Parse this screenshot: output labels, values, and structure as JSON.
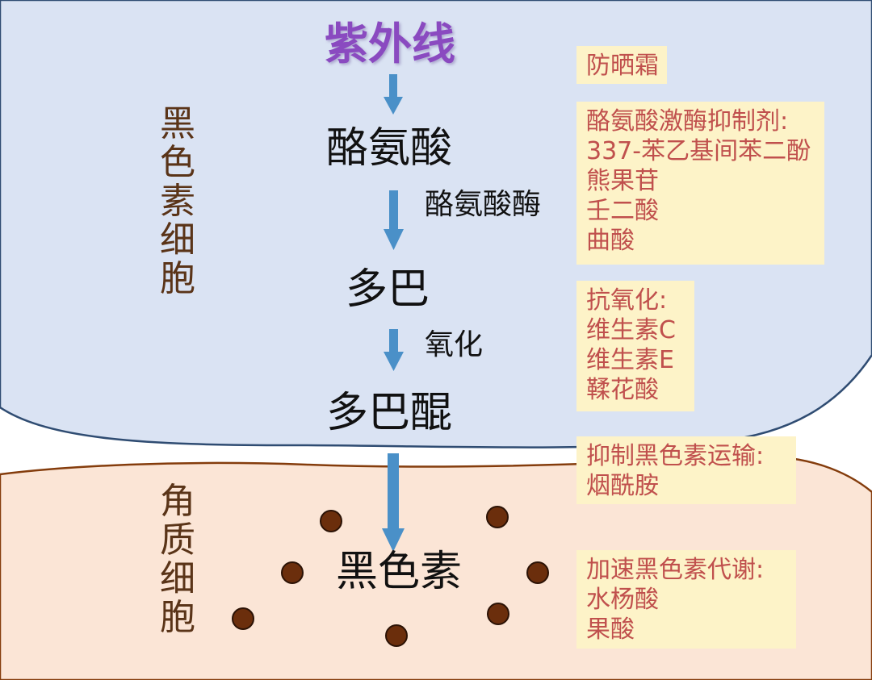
{
  "title": "紫外线",
  "cell_labels": {
    "melanocyte": "黑\n色\n素\n细\n胞",
    "keratinocyte": "角\n质\n细\n胞"
  },
  "pathway": {
    "tyrosine": "酪氨酸",
    "tyrosinase": "酪氨酸酶",
    "dopa": "多巴",
    "oxidation": "氧化",
    "dopaquinone": "多巴醌",
    "melanin": "黑色素"
  },
  "notes": {
    "sunscreen": [
      "防晒霜"
    ],
    "tyrosinase_inhibitors": [
      "酪氨酸激酶抑制剂:",
      "337-苯乙基间苯二酚",
      "熊果苷",
      "壬二酸",
      "曲酸"
    ],
    "antioxidants": [
      "抗氧化:",
      "维生素C",
      "维生素E",
      "鞣花酸"
    ],
    "transport_inhibitors": [
      "抑制黑色素运输:",
      "烟酰胺"
    ],
    "metabolism_accelerators": [
      "加速黑色素代谢:",
      "水杨酸",
      "果酸"
    ]
  },
  "colors": {
    "melanocyte_fill": "#dae3f3",
    "keratinocyte_fill": "#fbe5d6",
    "outline": "#2f4c72",
    "keratinocyte_outline": "#843c0c",
    "arrow": "#4a90c8",
    "granule": "#6b2e0c",
    "note_bg": "#fdf3c8",
    "note_text": "#c0504d"
  }
}
